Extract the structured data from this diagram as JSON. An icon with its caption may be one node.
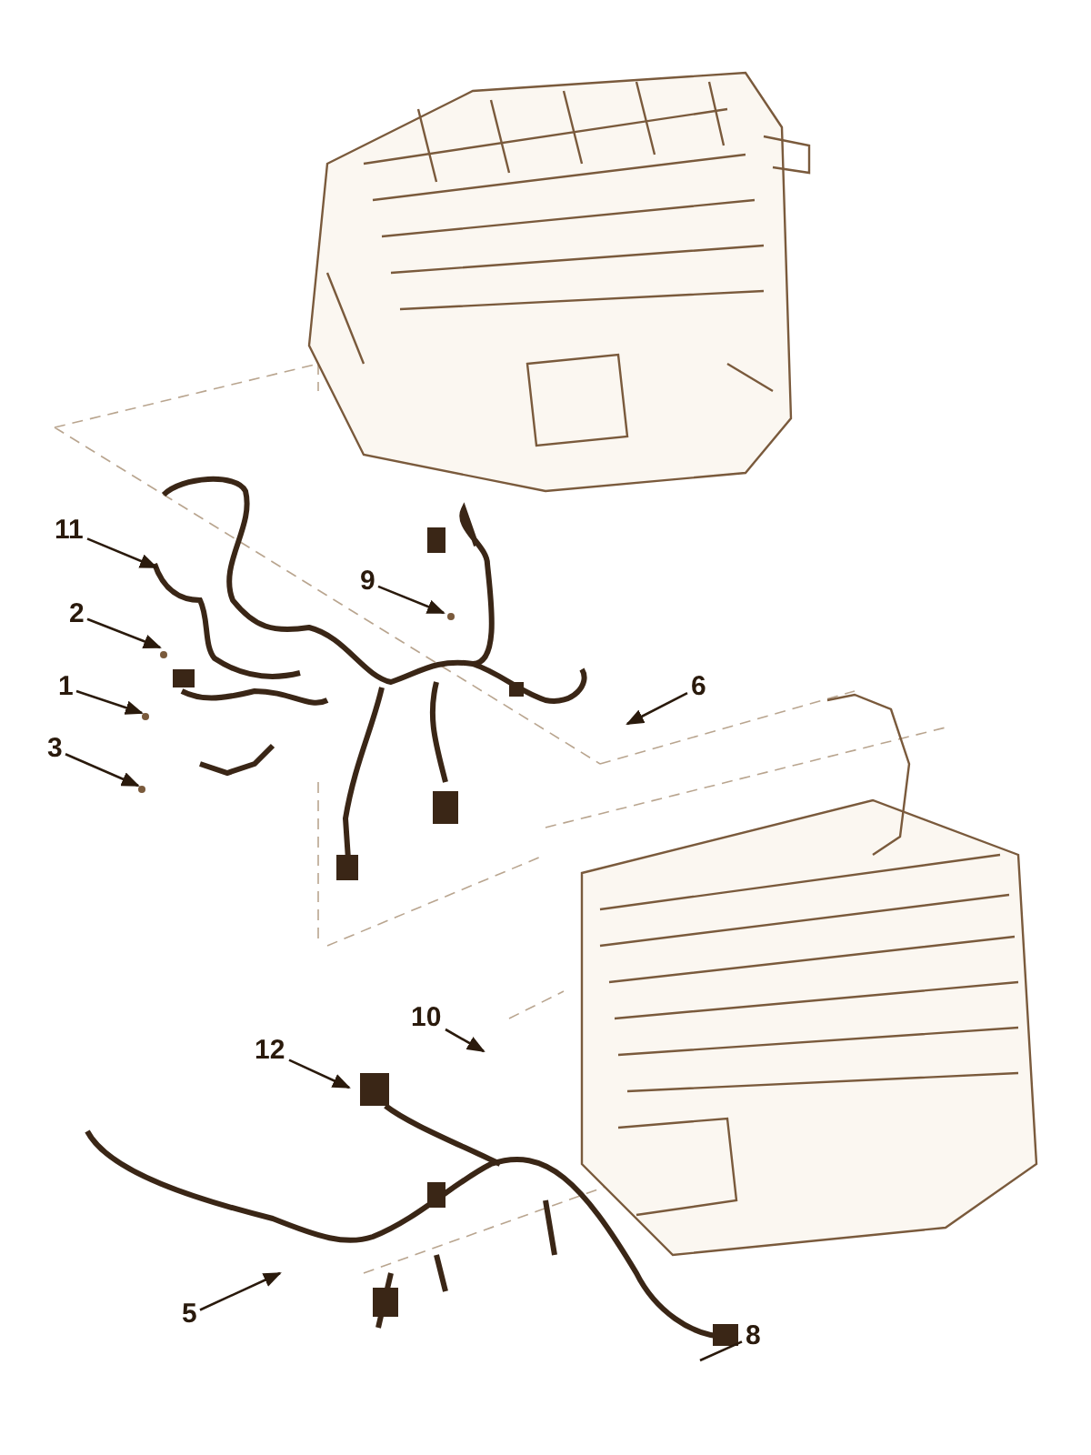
{
  "diagram": {
    "nodes": [
      {
        "text": [
          "11"
        ]
      },
      {
        "text": [
          "2"
        ]
      },
      {
        "text": [
          "1"
        ]
      },
      {
        "text": [
          "3"
        ]
      },
      {
        "text": [
          "9"
        ]
      },
      {
        "text": [
          "6"
        ]
      },
      {
        "text": [
          "12"
        ]
      },
      {
        "text": [
          "10"
        ]
      },
      {
        "text": [
          "5"
        ]
      },
      {
        "text": [
          "8"
        ]
      }
    ],
    "edges": [
      {
        "from": 0,
        "to": null,
        "arrow": "to"
      },
      {
        "from": 1,
        "to": null,
        "arrow": "to"
      },
      {
        "from": 2,
        "to": null,
        "arrow": "to"
      },
      {
        "from": 3,
        "to": null,
        "arrow": "to"
      },
      {
        "from": 4,
        "to": null,
        "arrow": "to"
      },
      {
        "from": 5,
        "to": null,
        "arrow": "to"
      },
      {
        "from": 6,
        "to": null,
        "arrow": "to"
      },
      {
        "from": 7,
        "to": null,
        "arrow": "to"
      },
      {
        "from": 8,
        "to": null,
        "arrow": "to"
      },
      {
        "from": 9,
        "to": null,
        "arrow": "none"
      }
    ]
  }
}
